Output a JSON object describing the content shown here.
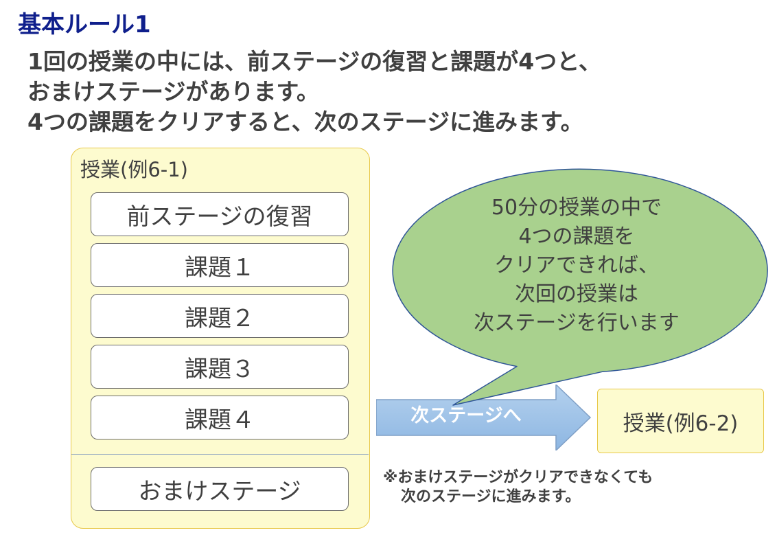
{
  "title": "基本ルール1",
  "intro": {
    "line1": "1回の授業の中には、前ステージの復習と課題が4つと、",
    "line2": "おまけステージがあります。",
    "line3": "4つの課題をクリアすると、次のステージに進みます。"
  },
  "lesson": {
    "label": "授業(例6-1)",
    "items": [
      "前ステージの復習",
      "課題１",
      "課題２",
      "課題３",
      "課題４"
    ],
    "bonus": "おまけステージ"
  },
  "arrow": {
    "label": "次ステージへ"
  },
  "bubble": {
    "lines": [
      "50分の授業の中で",
      "4つの課題を",
      "クリアできれば、",
      "次回の授業は",
      "次ステージを行います"
    ]
  },
  "next_lesson": {
    "label": "授業(例6-2)"
  },
  "note": {
    "line1": "※おまけステージがクリアできなくても",
    "line2": "次のステージに進みます。"
  },
  "colors": {
    "title": "#0f1f8c",
    "panel_fill": "#fdfbcf",
    "panel_border": "#e8c84a",
    "bubble_fill": "#a9d18e",
    "arrow_fill": "#9dc3e6"
  }
}
